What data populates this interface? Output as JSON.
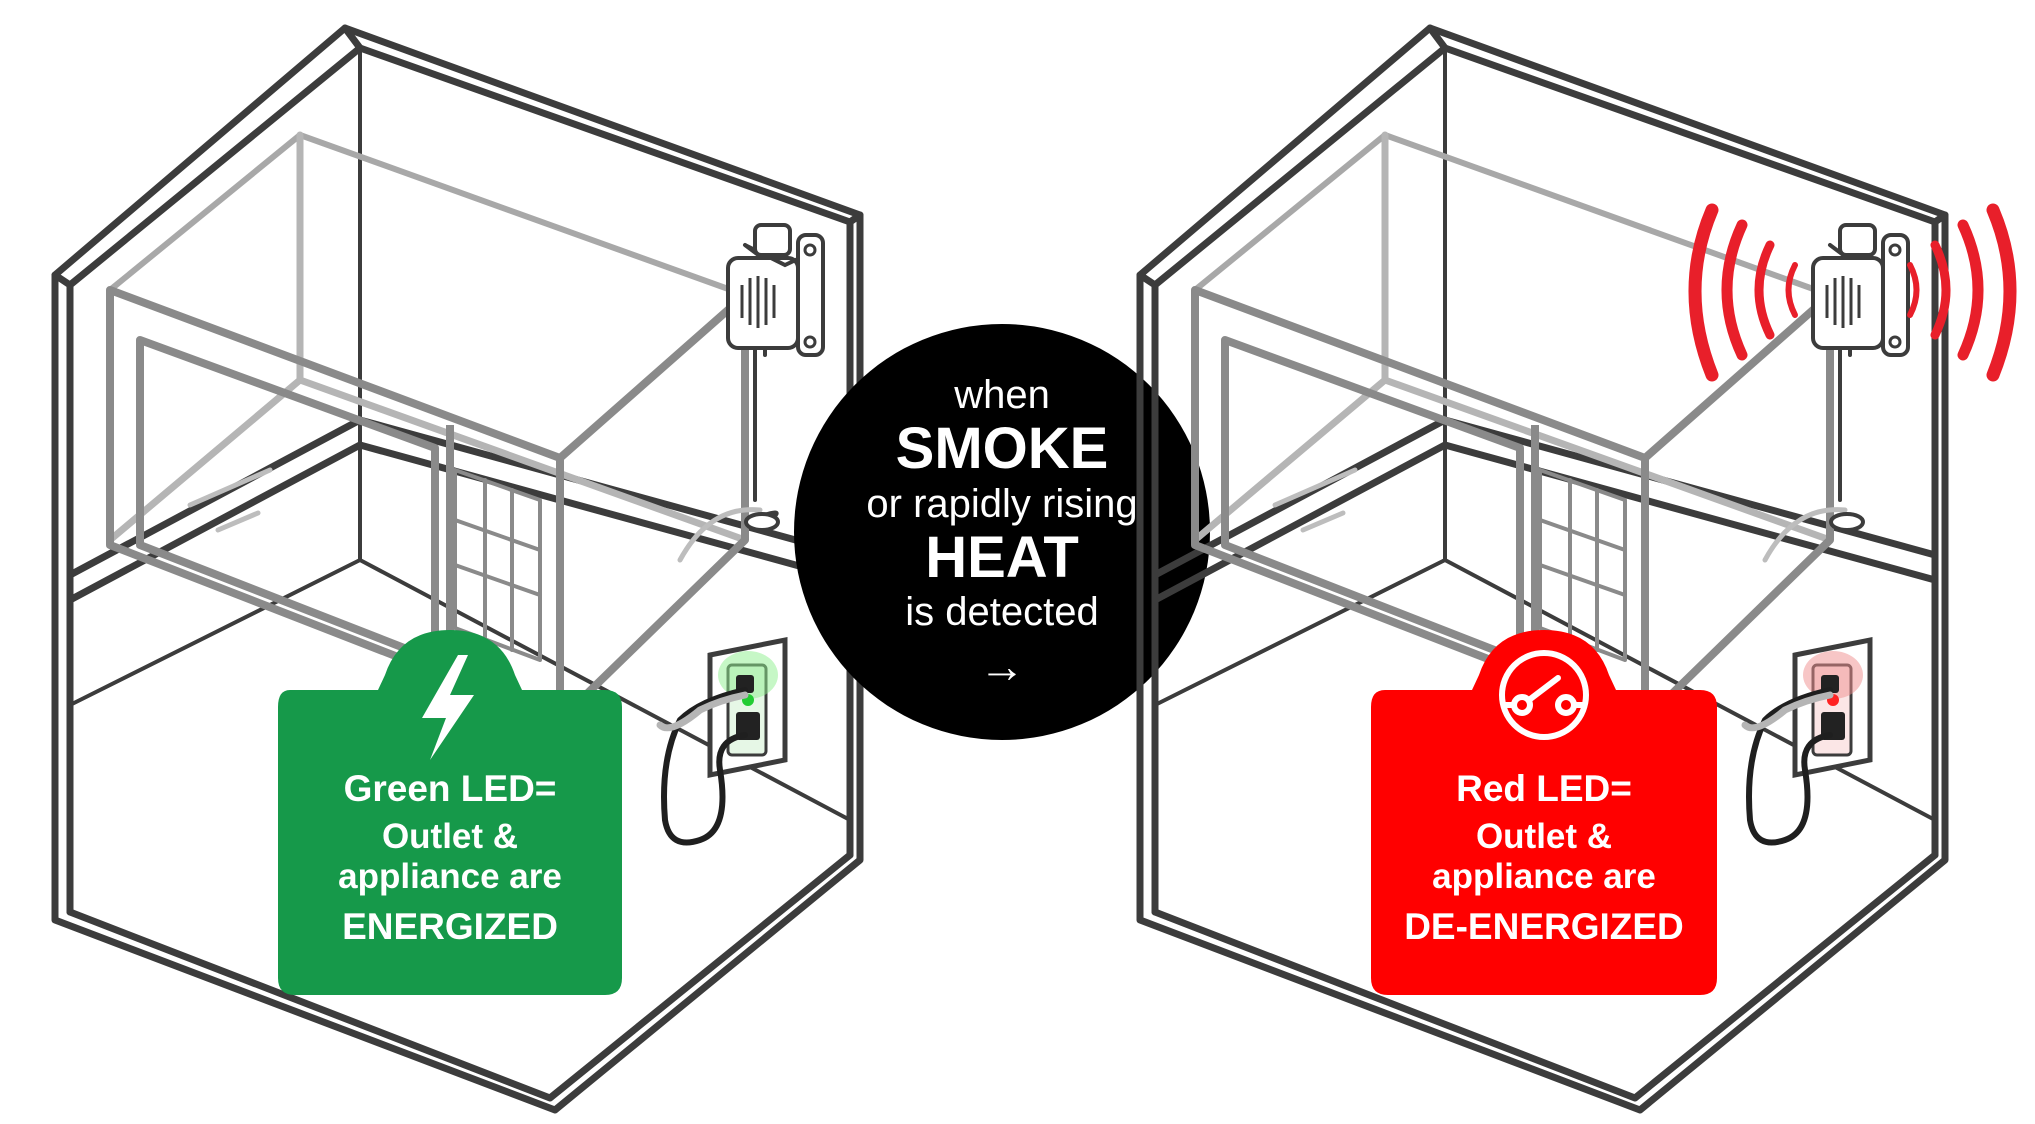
{
  "left_panel": {
    "led_title": "Green LED=",
    "led_body_1": "Outlet &",
    "led_body_2": "appliance are",
    "led_state": "ENERGIZED",
    "badge_color": "#16994a",
    "led_color": "#22cc33",
    "icon": "lightning-bolt-icon"
  },
  "center": {
    "line1": "when",
    "line2": "SMOKE",
    "line3": "or rapidly rising",
    "line4": "HEAT",
    "line5": "is detected",
    "arrow": "→",
    "circle_color": "#000000"
  },
  "right_panel": {
    "led_title": "Red LED=",
    "led_body_1": "Outlet &",
    "led_body_2": "appliance are",
    "led_state": "DE-ENERGIZED",
    "badge_color": "#ff0000",
    "led_color": "#ff2222",
    "icon": "open-switch-icon",
    "alarm_wave_color": "#e81f2a"
  }
}
